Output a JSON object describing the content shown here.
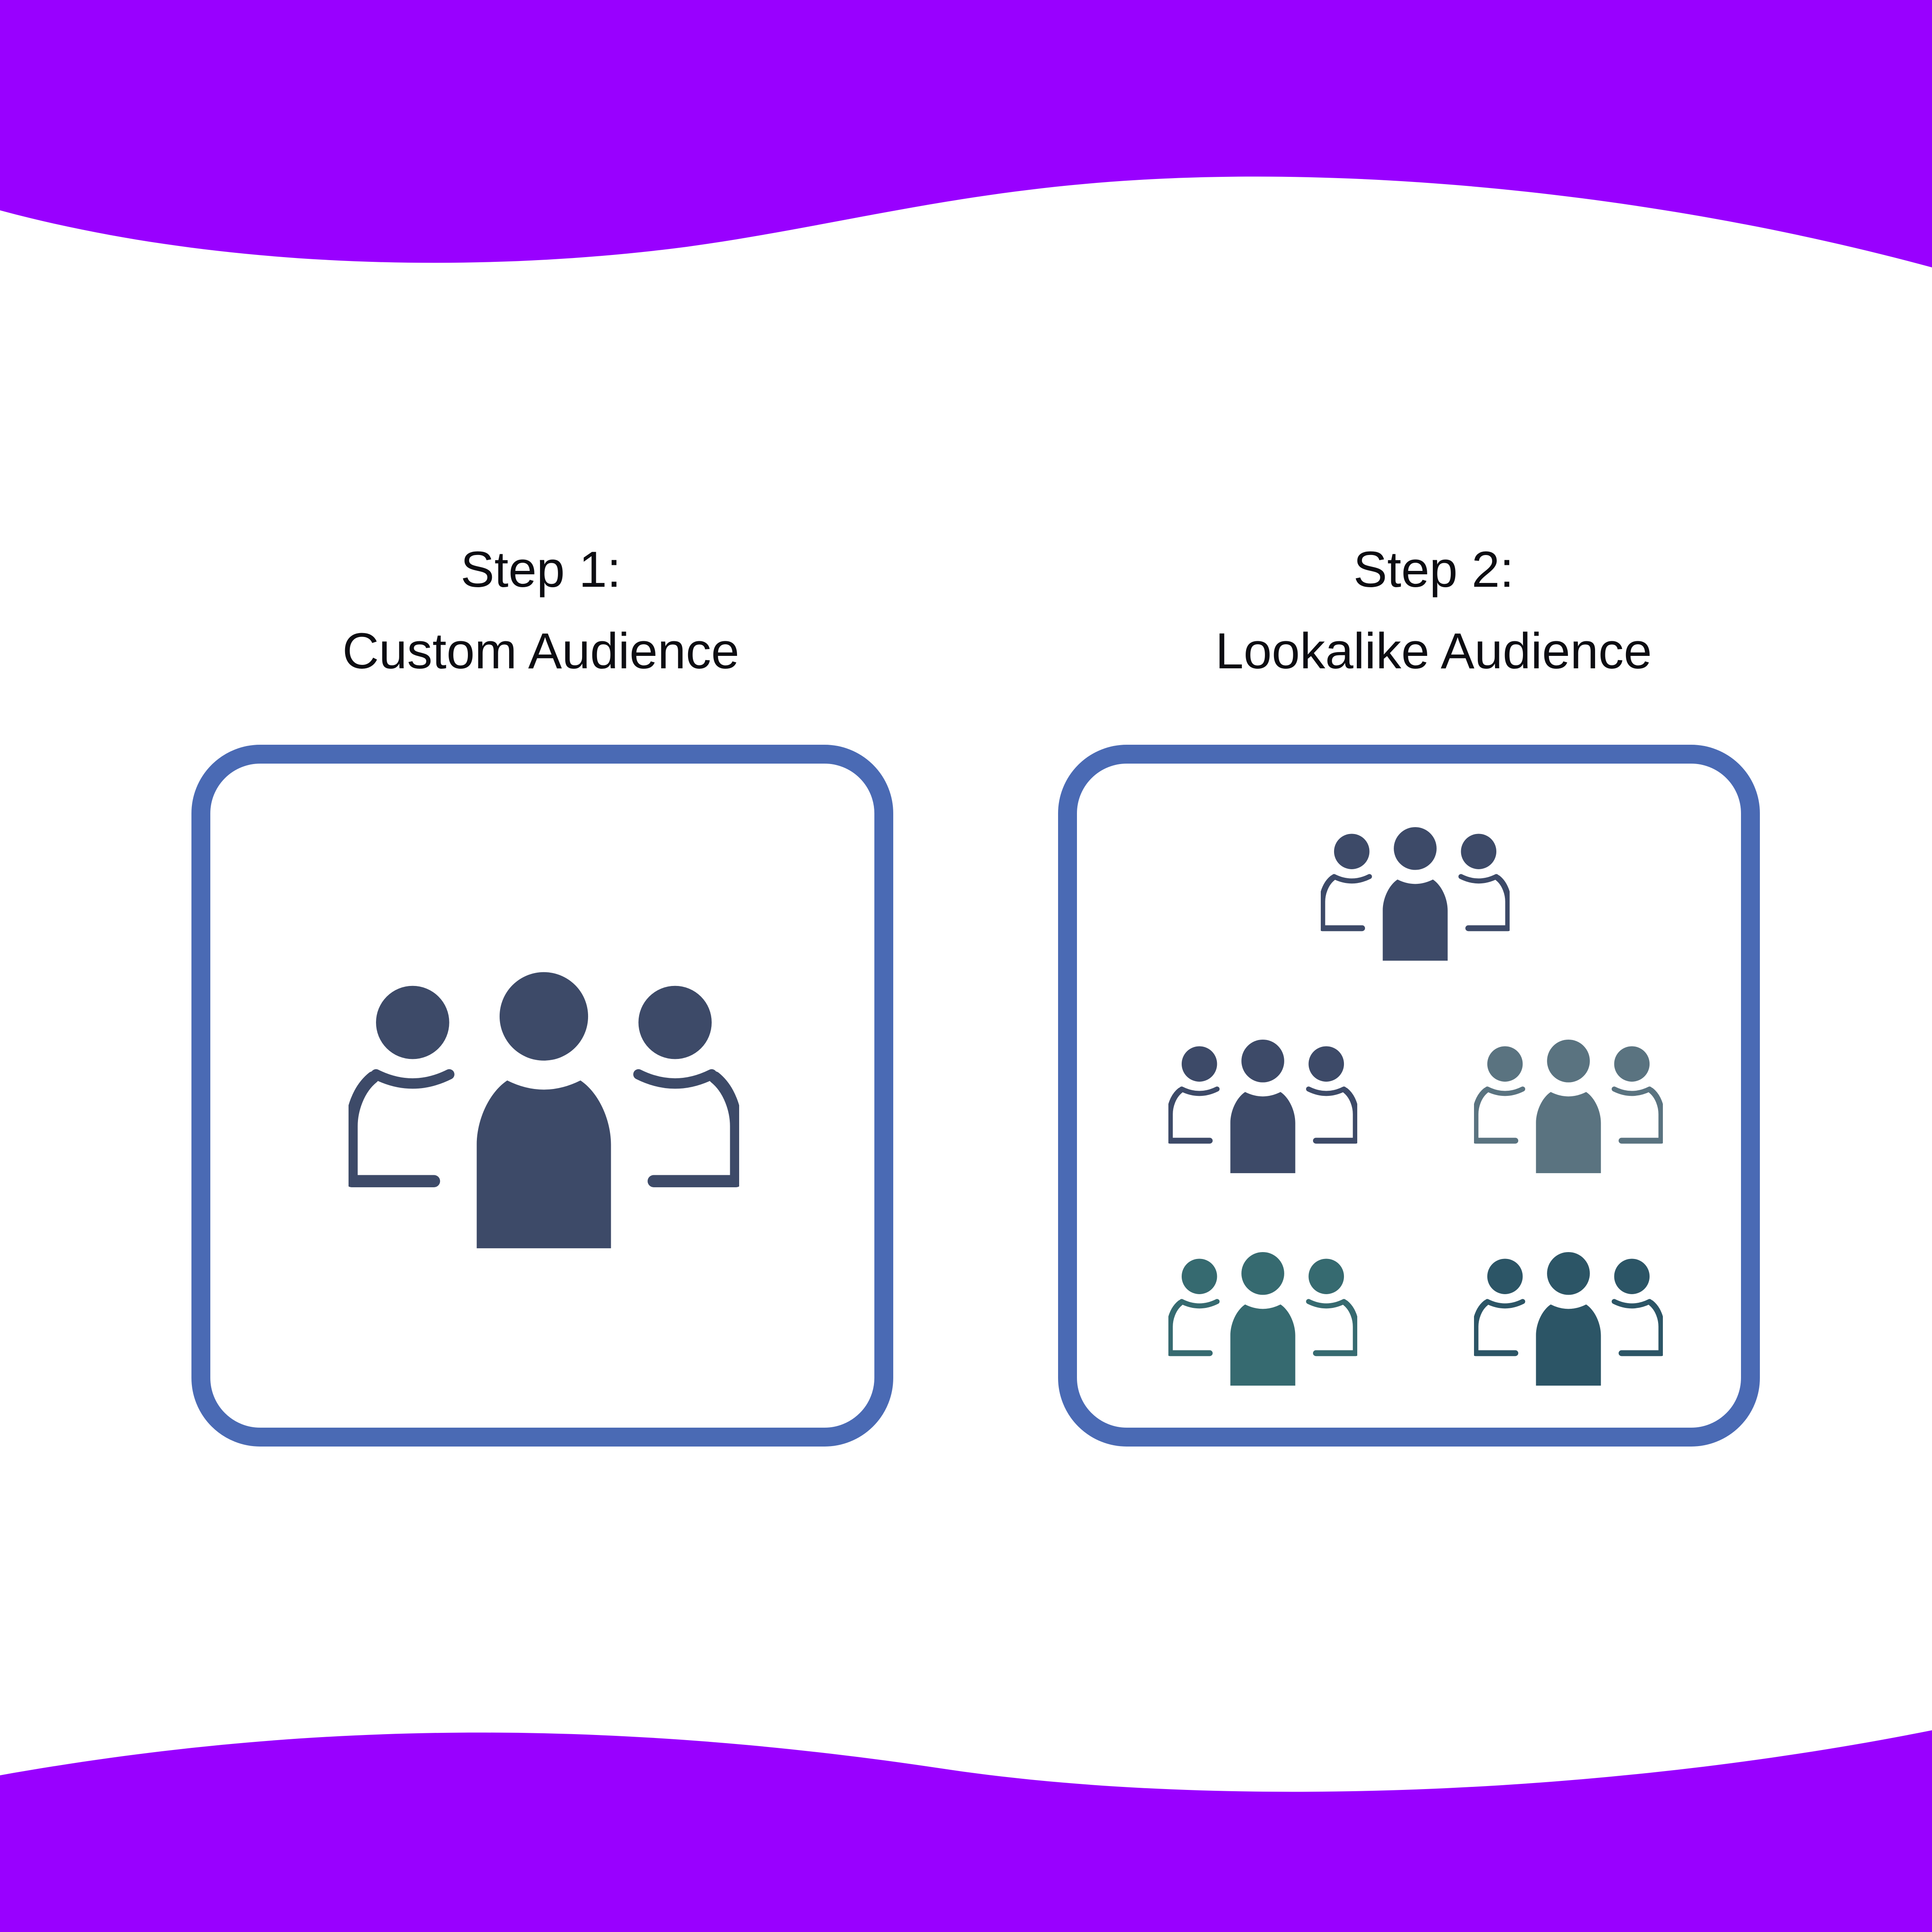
{
  "background_color": "#ffffff",
  "wave_color": "#9900ff",
  "panel_border_color": "#4a6ab4",
  "step1": {
    "line1": "Step 1:",
    "line2": "Custom Audience",
    "icon": "people-group-icon",
    "icon_color": "#3d4a68"
  },
  "step2": {
    "line1": "Step 2:",
    "line2": "Lookalike Audience",
    "icons": [
      {
        "name": "people-group-icon",
        "color": "#3d4a68"
      },
      {
        "name": "people-group-icon",
        "color": "#3d4a68"
      },
      {
        "name": "people-group-icon",
        "color": "#5a7380"
      },
      {
        "name": "people-group-icon",
        "color": "#366a70"
      },
      {
        "name": "people-group-icon",
        "color": "#2c5566"
      }
    ]
  }
}
